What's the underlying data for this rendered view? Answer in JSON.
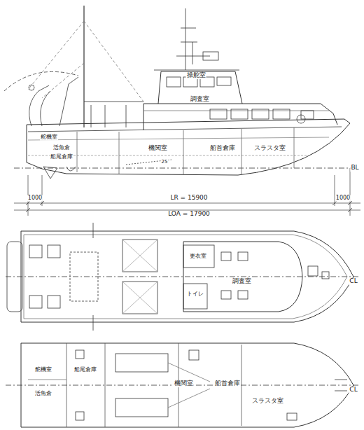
{
  "diagram": {
    "labels": [
      "操舵室",
      "調査室",
      "舵機室",
      "活魚倉",
      "船尾倉庫",
      "25",
      "機関室",
      "船首倉庫",
      "スラスタ室",
      "BL",
      "1000",
      "LR = 15900",
      "1000",
      "LOA = 17900",
      "更衣室",
      "CL",
      "トイレ",
      "調査室",
      "舵機室",
      "船尾倉庫",
      "活魚倉",
      "機関室",
      "船首倉庫",
      "スラスタ室",
      "CL"
    ]
  }
}
